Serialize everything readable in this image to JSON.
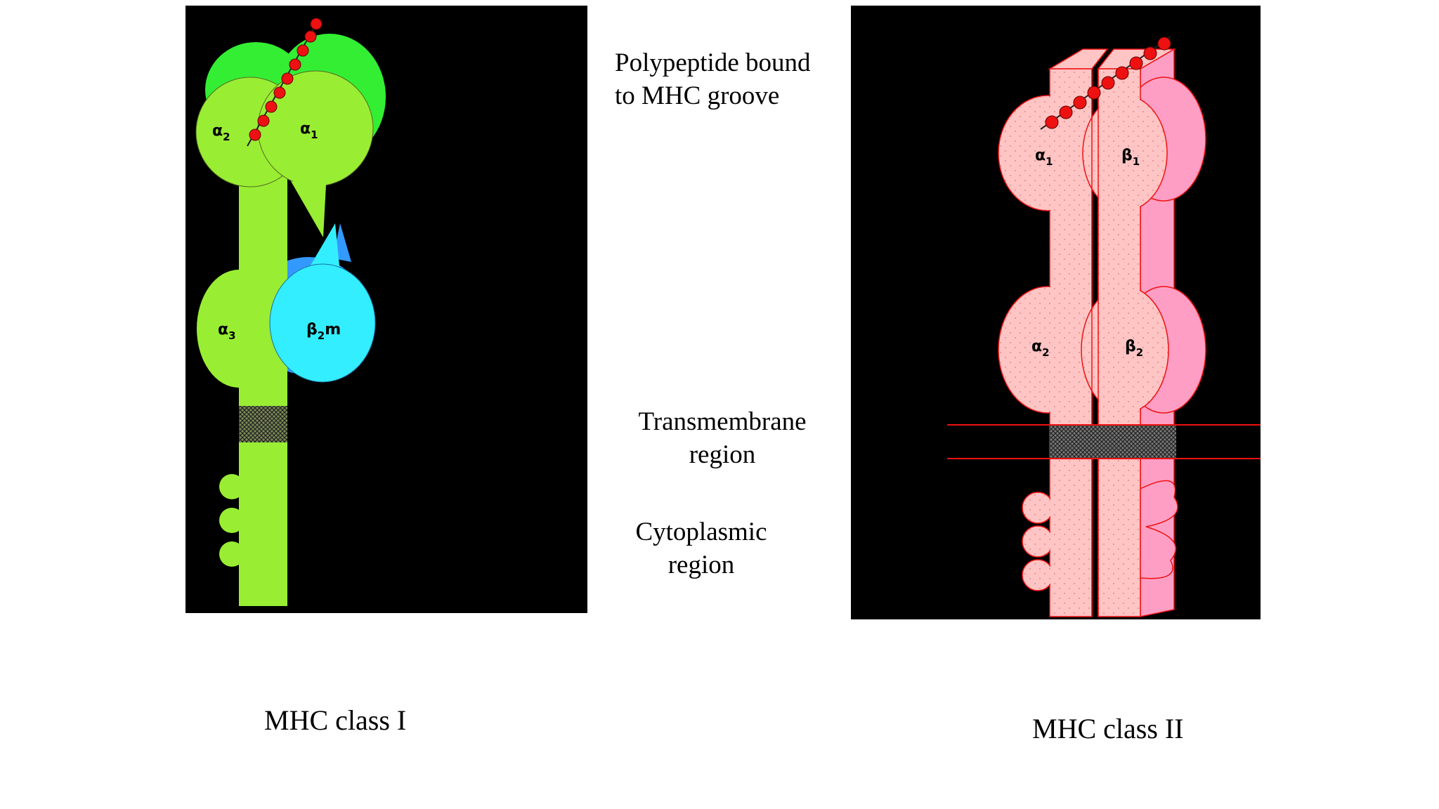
{
  "captions": {
    "polypeptide_line1": "Polypeptide bound",
    "polypeptide_line2": "to MHC groove",
    "transmembrane_line1": "Transmembrane",
    "transmembrane_line2": "region",
    "cytoplasmic_line1": "Cytoplasmic",
    "cytoplasmic_line2": "region",
    "mhc_class_1": "MHC class I",
    "mhc_class_2": "MHC class II"
  },
  "class1_labels": {
    "alpha2": {
      "greek": "α",
      "sub": "2"
    },
    "alpha1": {
      "greek": "α",
      "sub": "1"
    },
    "alpha3": {
      "greek": "α",
      "sub": "3"
    },
    "beta2m": {
      "greek": "β",
      "sub": "2",
      "suffix": "m"
    }
  },
  "class2_labels": {
    "alpha1": {
      "greek": "α",
      "sub": "1"
    },
    "beta1": {
      "greek": "β",
      "sub": "1"
    },
    "alpha2": {
      "greek": "α",
      "sub": "2"
    },
    "beta2": {
      "greek": "β",
      "sub": "2"
    }
  },
  "colors": {
    "panel_bg": "#000000",
    "class1_chain": "#99ee33",
    "class1_shadow": "#33ee33",
    "beta2m": "#33eeff",
    "beta2m_shadow": "#3399ff",
    "class2_chain": "#ffc4c4",
    "class2_side": "#ff9ec4",
    "class2_outline": "#ee1111",
    "peptide": "#ee1111"
  }
}
